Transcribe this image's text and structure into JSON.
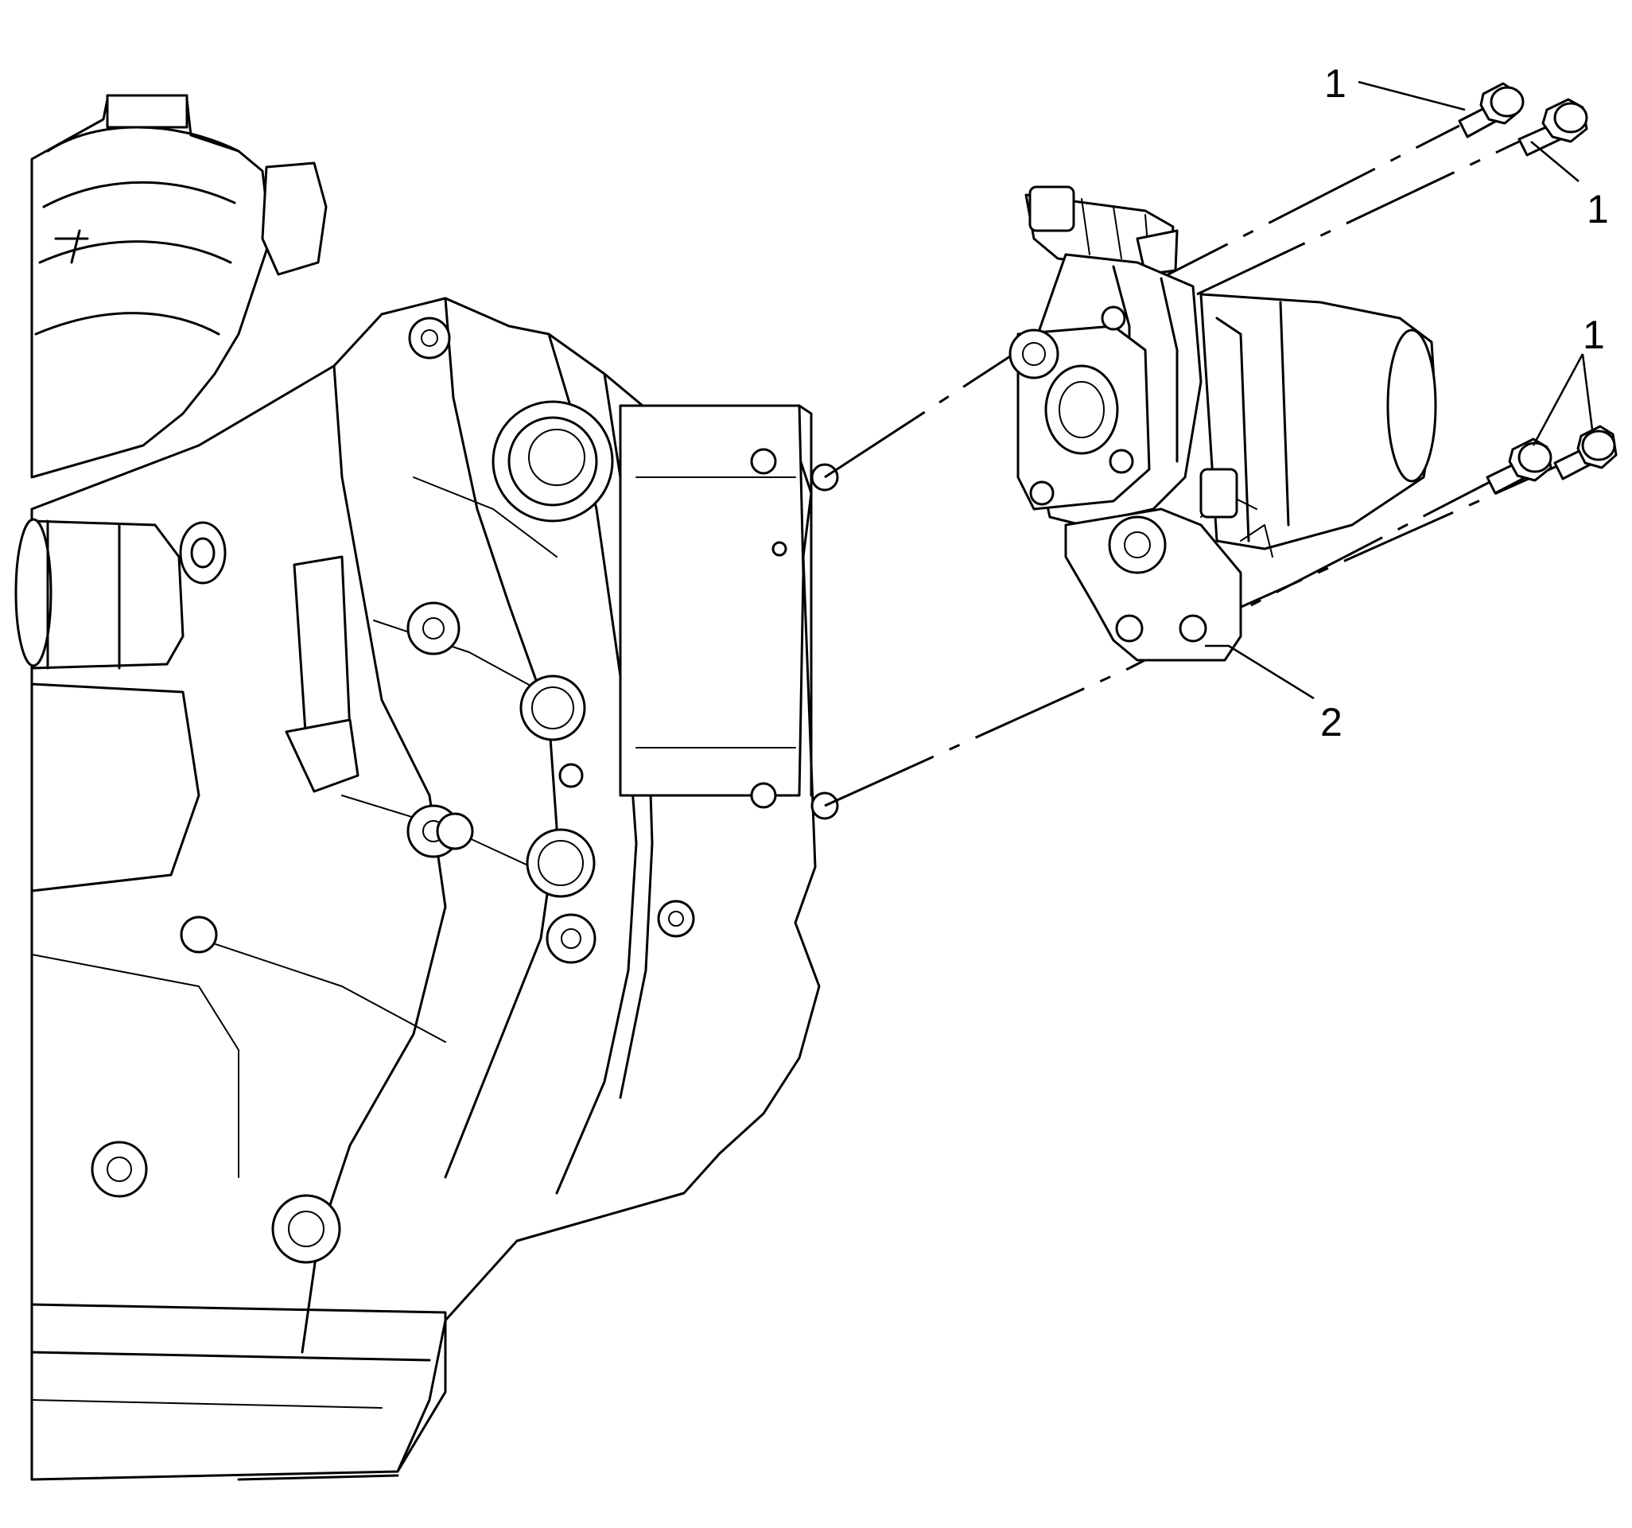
{
  "callouts": {
    "bolt_a": "1",
    "bolt_b": "1",
    "bolt_pair": "1",
    "actuator": "2"
  }
}
